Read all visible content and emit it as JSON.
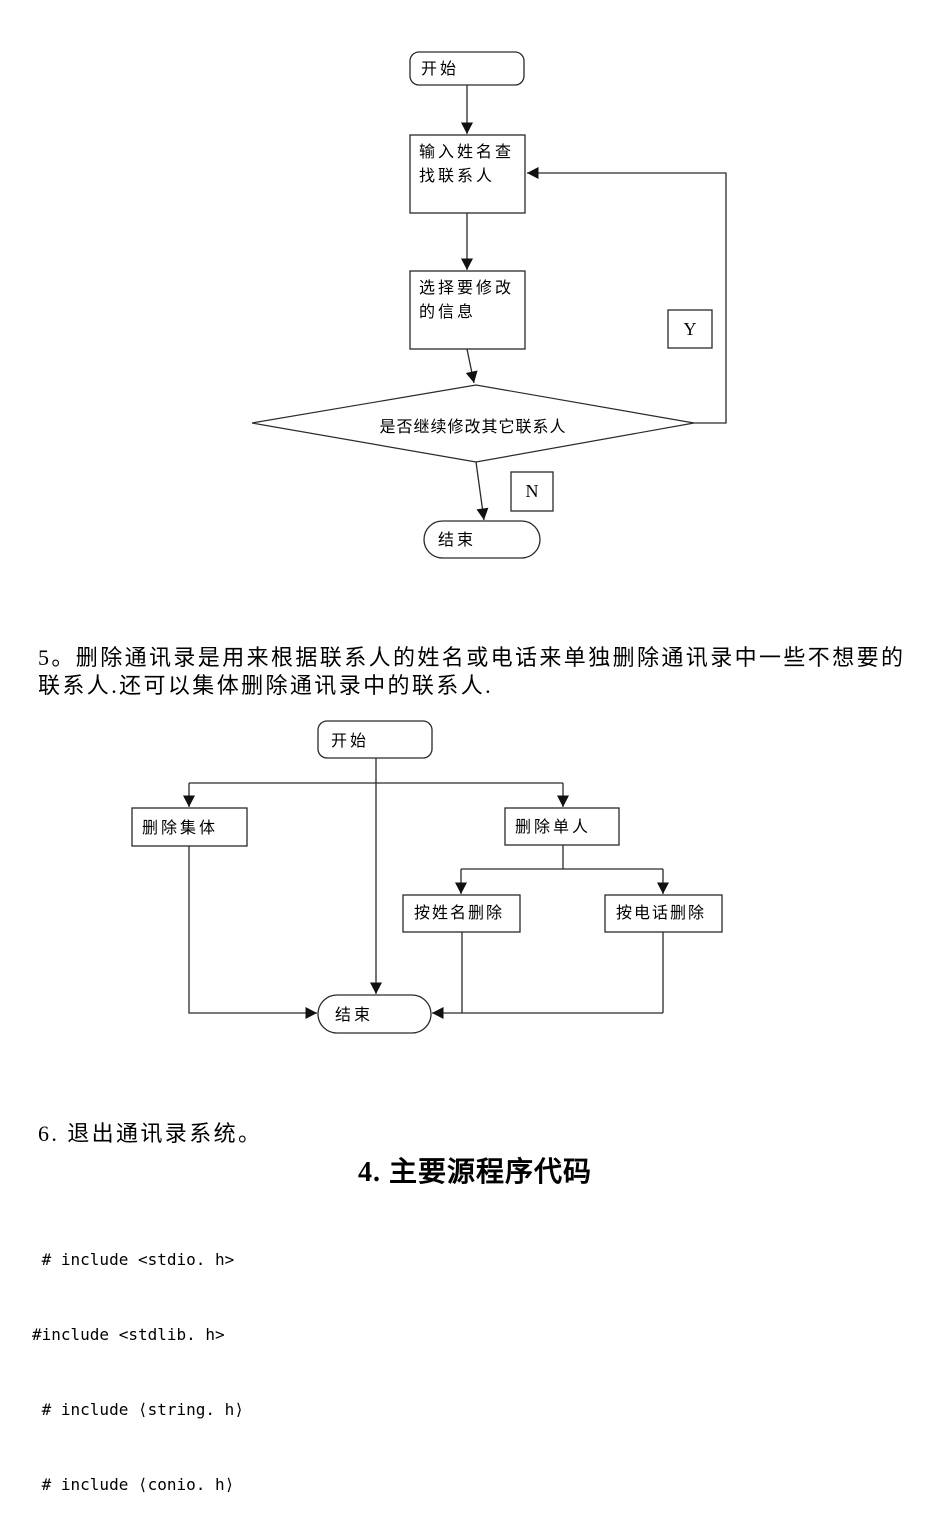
{
  "flowchart_modify": {
    "start": "开始",
    "step1_line1": "输入姓名查",
    "step1_line2": "找联系人",
    "step2_line1": "选择要修改",
    "step2_line2": "的信息",
    "decision": "是否继续修改其它联系人",
    "yes_label": "Y",
    "no_label": "N",
    "end": "结束"
  },
  "paragraph5": {
    "line1": "5。删除通讯录是用来根据联系人的姓名或电话来单独删除通讯录中一些不想要的",
    "line2": "联系人.还可以集体删除通讯录中的联系人."
  },
  "flowchart_delete": {
    "start": "开始",
    "delete_group": "删除集体",
    "delete_single": "删除单人",
    "by_name": "按姓名删除",
    "by_phone": "按电话删除",
    "end": "结束"
  },
  "paragraph6": "6. 退出通讯录系统。",
  "section_heading": "4. 主要源程序代码",
  "code": {
    "line1": " # include <stdio. h>",
    "line2": "#include <stdlib. h>",
    "line3": " # include ⟨string. h⟩",
    "line4": " # include ⟨conio. h⟩"
  },
  "colors": {
    "ink": "#000000",
    "stroke": "#2a2a2a",
    "background": "#ffffff"
  }
}
